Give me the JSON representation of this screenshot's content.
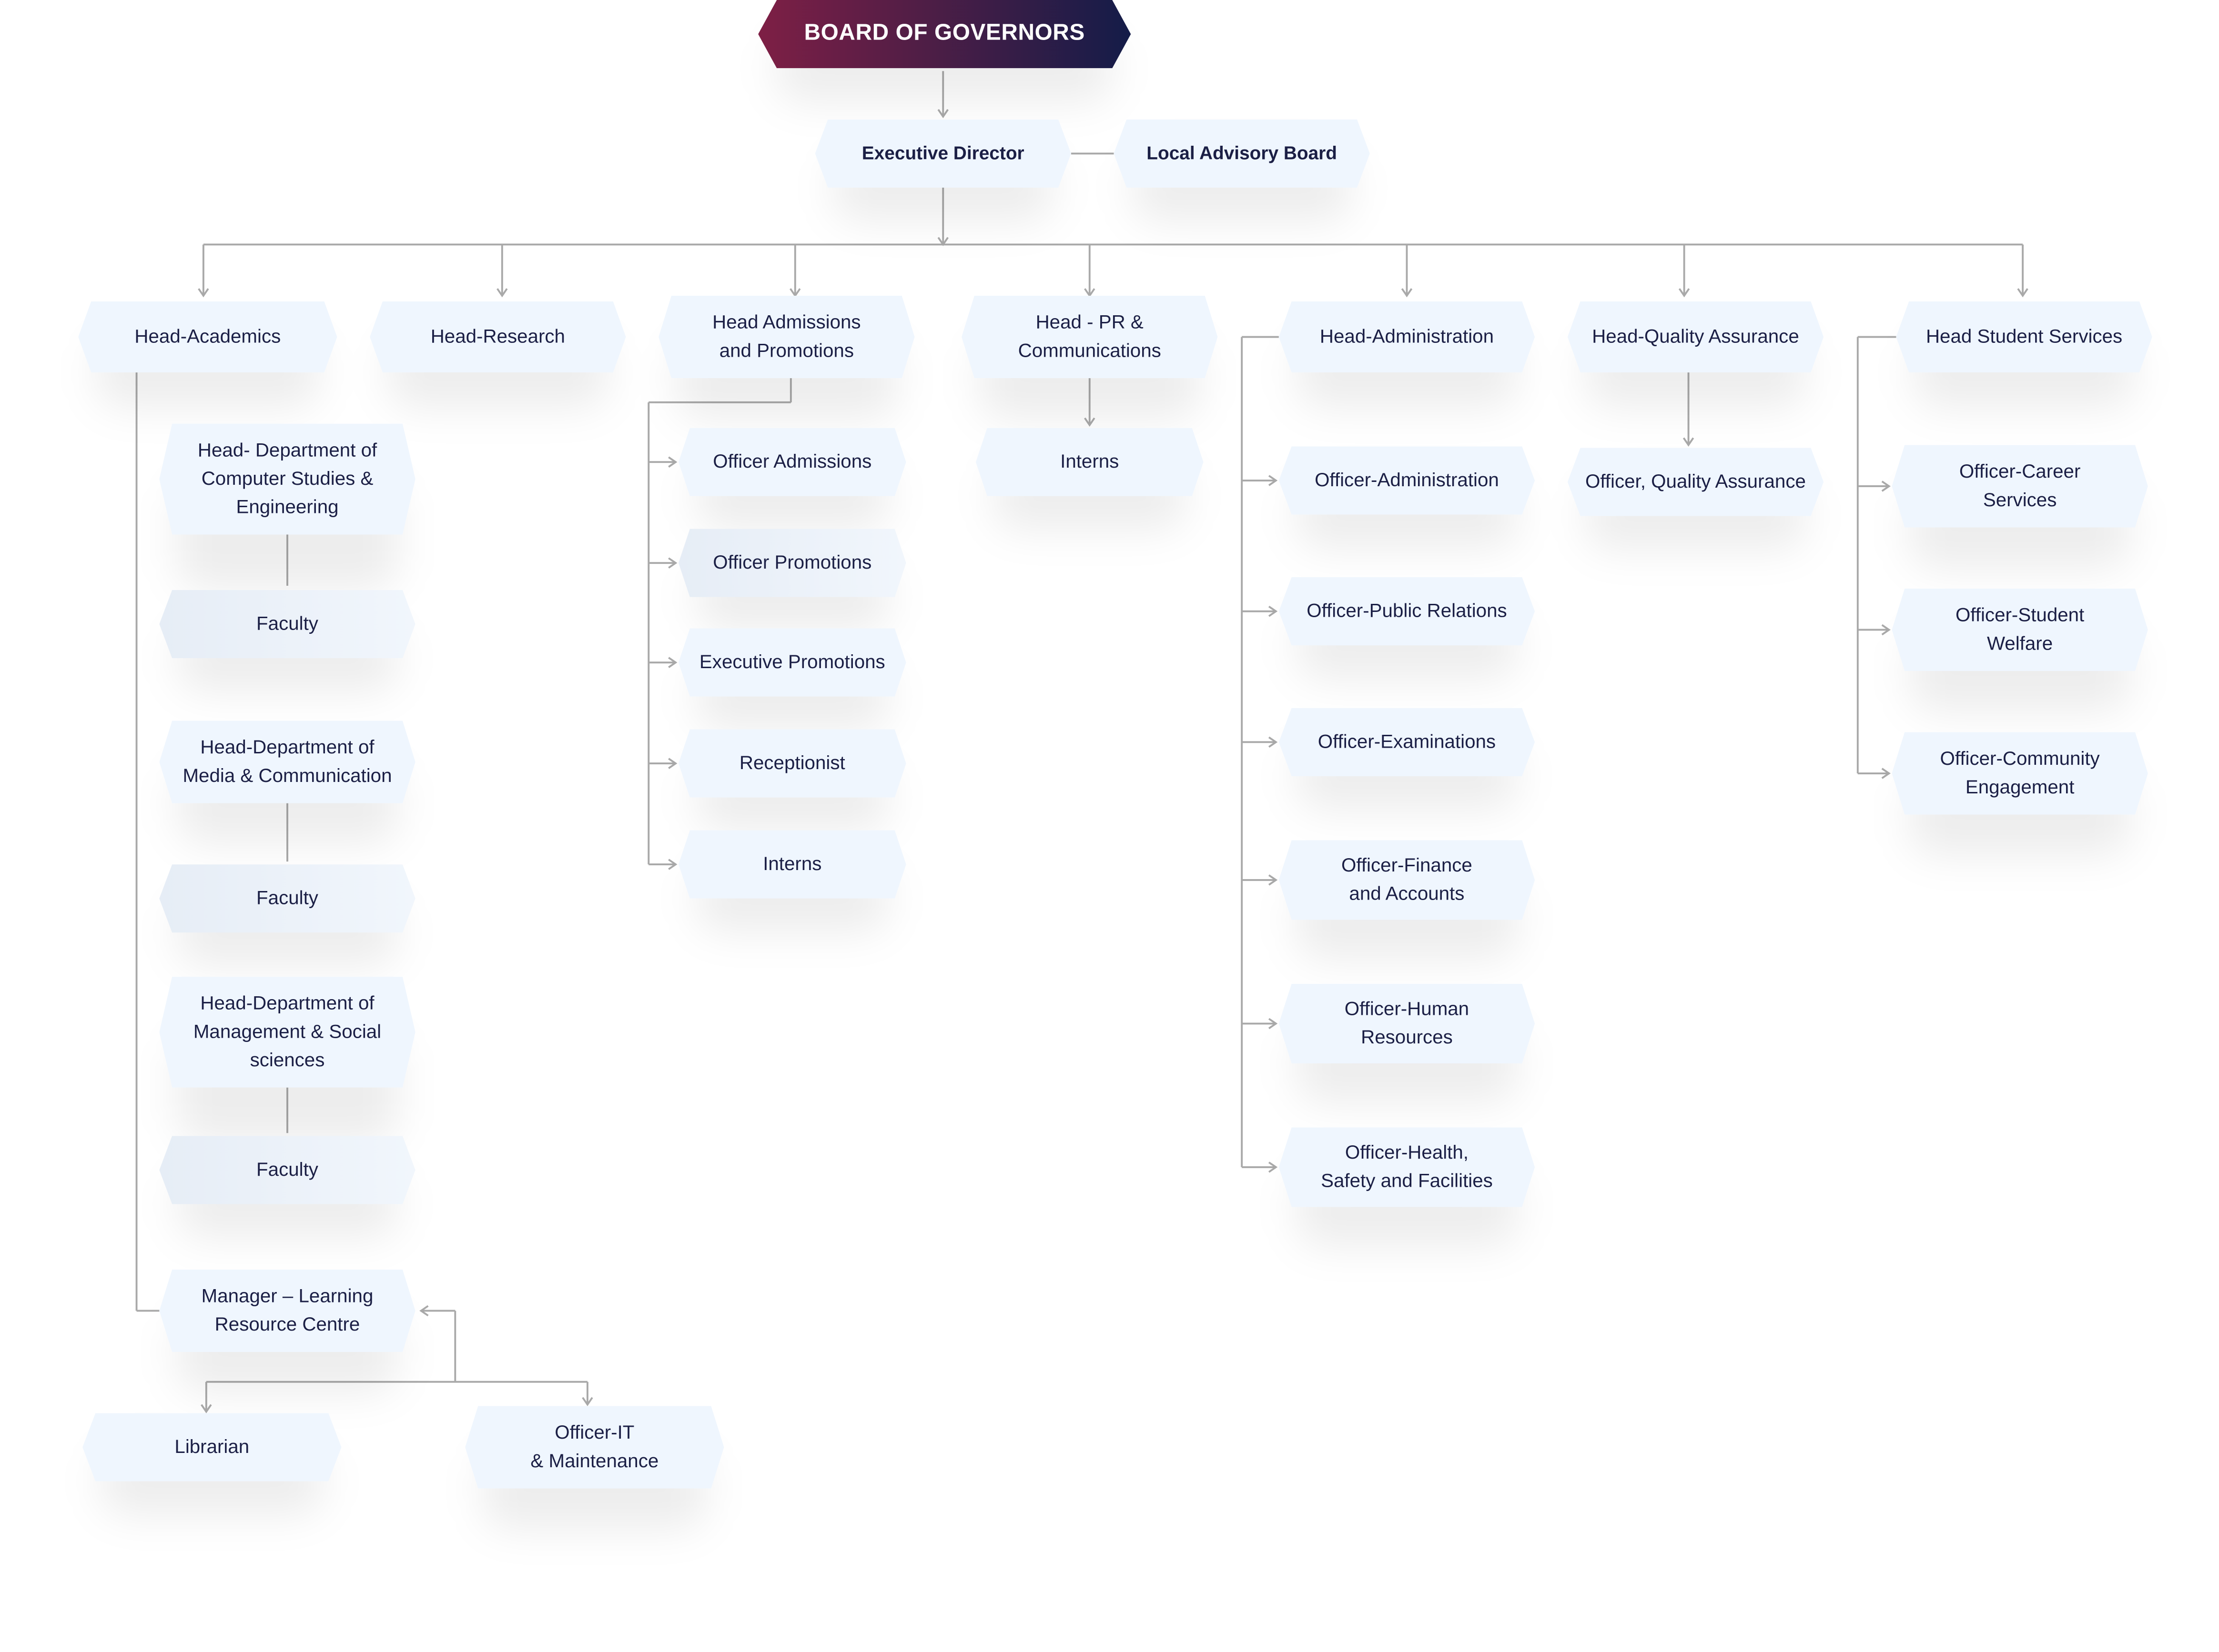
{
  "board": "BOARD OF GOVERNORS",
  "executive_director": "Executive Director",
  "local_advisory_board": "Local Advisory Board",
  "heads": {
    "academics": "Head-Academics",
    "research": "Head-Research",
    "admissions": "Head Admissions\nand  Promotions",
    "pr": "Head - PR &\nCommunications",
    "administration": "Head-Administration",
    "quality": "Head-Quality Assurance",
    "student_services": "Head Student Services"
  },
  "academics": {
    "dept_cs": "Head- Department of\nComputer Studies &\nEngineering",
    "faculty_1": "Faculty",
    "dept_media": "Head-Department of\nMedia & Communication",
    "faculty_2": "Faculty",
    "dept_mgmt": "Head-Department of\nManagement & Social\nsciences",
    "faculty_3": "Faculty",
    "lrc_manager": "Manager – Learning\nResource Centre",
    "librarian": "Librarian",
    "officer_it": "Officer-IT\n& Maintenance"
  },
  "admissions": [
    "Officer Admissions",
    "Officer Promotions",
    "Executive Promotions",
    "Receptionist",
    "Interns"
  ],
  "pr": {
    "interns": "Interns"
  },
  "administration": [
    "Officer-Administration",
    "Officer-Public Relations",
    "Officer-Examinations",
    "Officer-Finance\nand Accounts",
    "Officer-Human\nResources",
    "Officer-Health,\nSafety and Facilities"
  ],
  "quality": {
    "officer": "Officer, Quality Assurance"
  },
  "student_services": [
    "Officer-Career\nServices",
    "Officer-Student\nWelfare",
    "Officer-Community\nEngagement"
  ],
  "colors": {
    "node": "#eff6fe",
    "text": "#1b1f45",
    "line": "#a9a9a9",
    "board_start": "#7e1f45",
    "board_end": "#141c48"
  }
}
